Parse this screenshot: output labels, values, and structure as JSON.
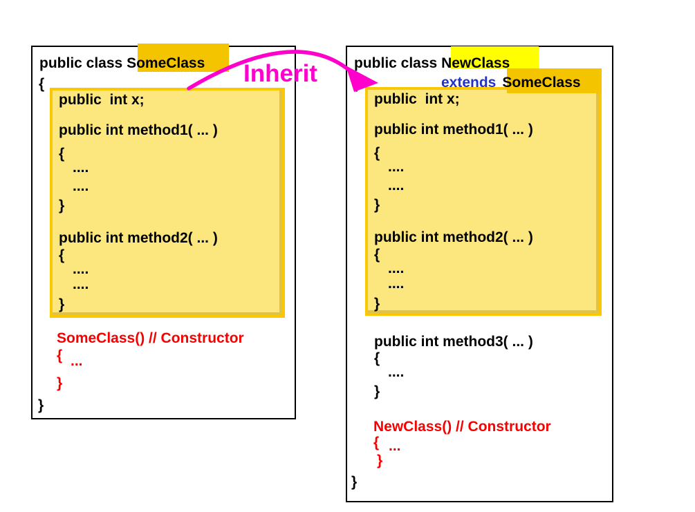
{
  "diagram": {
    "inherit_label": "Inherit"
  },
  "colors": {
    "gold": "#F4C400",
    "yellow": "#FFFF00",
    "block_fill": "#FBE77D",
    "block_border": "#F9C802",
    "blue": "#2233CC",
    "red": "#F80000",
    "magenta": "#FF00CC"
  },
  "left_class": {
    "declaration_prefix": "public class ",
    "class_name": "SomeClass",
    "open_brace": "{",
    "constructor": {
      "signature": "SomeClass() // Constructor",
      "open_brace": "{",
      "body": "...",
      "close_brace": "}"
    },
    "close_brace": "}"
  },
  "right_class": {
    "declaration_prefix": "public class ",
    "class_name": "NewClass",
    "extends_keyword": "extends",
    "superclass_name": "SomeClass",
    "open_brace": "{",
    "method3": {
      "signature": "public int method3( ... )",
      "open_brace": "{",
      "body": "....",
      "close_brace": "}"
    },
    "constructor": {
      "signature": "NewClass() // Constructor",
      "open_brace": "{",
      "body": "...",
      "close_brace": "}"
    },
    "close_brace": "}"
  },
  "inherited_members": {
    "lines": [
      "public  int x;",
      "public int method1( ... )",
      "{",
      "....",
      "....",
      "}",
      "public int method2( ... )",
      "{",
      "....",
      "....",
      "}"
    ]
  }
}
